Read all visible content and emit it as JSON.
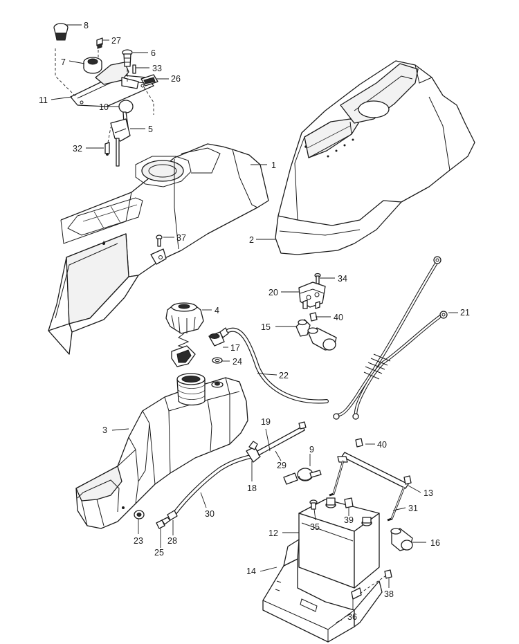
{
  "callouts": [
    {
      "id": "1",
      "text": "1"
    },
    {
      "id": "2",
      "text": "2"
    },
    {
      "id": "3",
      "text": "3"
    },
    {
      "id": "4",
      "text": "4"
    },
    {
      "id": "5",
      "text": "5"
    },
    {
      "id": "6",
      "text": "6"
    },
    {
      "id": "7",
      "text": "7"
    },
    {
      "id": "8",
      "text": "8"
    },
    {
      "id": "9",
      "text": "9"
    },
    {
      "id": "10",
      "text": "10"
    },
    {
      "id": "11",
      "text": "11"
    },
    {
      "id": "12",
      "text": "12"
    },
    {
      "id": "13",
      "text": "13"
    },
    {
      "id": "14",
      "text": "14"
    },
    {
      "id": "15",
      "text": "15"
    },
    {
      "id": "16",
      "text": "16"
    },
    {
      "id": "17",
      "text": "17"
    },
    {
      "id": "18",
      "text": "18"
    },
    {
      "id": "19",
      "text": "19"
    },
    {
      "id": "20",
      "text": "20"
    },
    {
      "id": "21",
      "text": "21"
    },
    {
      "id": "22",
      "text": "22"
    },
    {
      "id": "23",
      "text": "23"
    },
    {
      "id": "24",
      "text": "24"
    },
    {
      "id": "25",
      "text": "25"
    },
    {
      "id": "26",
      "text": "26"
    },
    {
      "id": "27",
      "text": "27"
    },
    {
      "id": "28",
      "text": "28"
    },
    {
      "id": "29",
      "text": "29"
    },
    {
      "id": "30",
      "text": "30"
    },
    {
      "id": "31",
      "text": "31"
    },
    {
      "id": "32",
      "text": "32"
    },
    {
      "id": "33",
      "text": "33"
    },
    {
      "id": "34",
      "text": "34"
    },
    {
      "id": "35",
      "text": "35"
    },
    {
      "id": "36",
      "text": "36"
    },
    {
      "id": "37",
      "text": "37"
    },
    {
      "id": "38",
      "text": "38"
    },
    {
      "id": "39",
      "text": "39"
    },
    {
      "id": "40a",
      "text": "40"
    },
    {
      "id": "40b",
      "text": "40"
    }
  ]
}
